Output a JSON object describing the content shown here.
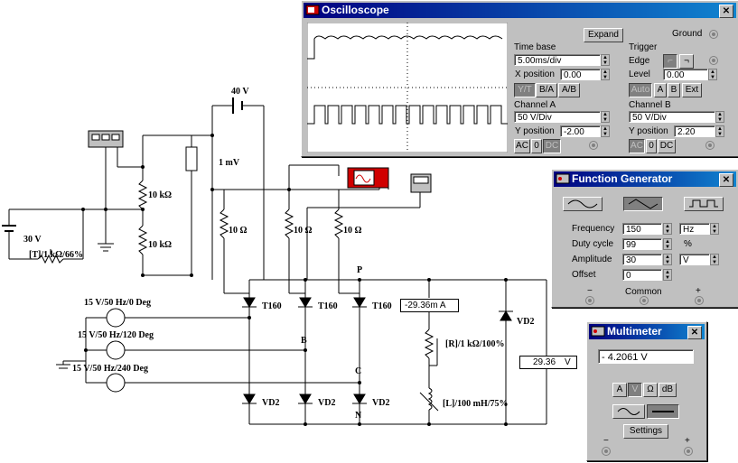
{
  "circuit": {
    "v40": "40 V",
    "v1mv": "1 mV",
    "v30": "30 V",
    "r10k_1": "10 kΩ",
    "r10k_2": "10 kΩ",
    "pot": "[T]/1 kΩ/66%",
    "r10_1": "10 Ω",
    "r10_2": "10 Ω",
    "r10_3": "10 Ω",
    "thy1": "T160",
    "thy2": "T160",
    "thy3": "T160",
    "src1": "15 V/50 Hz/0 Deg",
    "src2": "15 V/50 Hz/120 Deg",
    "src3": "15 V/50 Hz/240 Deg",
    "node_p": "P",
    "node_b": "B",
    "node_c": "C",
    "node_n": "N",
    "vd_a": "VD2",
    "vd_b": "VD2",
    "vd_c": "VD2",
    "vd_free": "VD2",
    "r_load": "[R]/1 kΩ/100%",
    "l_load": "[L]/100 mH/75%",
    "ammeter": "-29.36m A",
    "voltmeter": "29.36",
    "voltmeter_unit": "V"
  },
  "oscilloscope": {
    "title": "Oscilloscope",
    "expand": "Expand",
    "ground": "Ground",
    "timebase_label": "Time base",
    "timebase_value": "5.00ms/div",
    "xpos_label": "X position",
    "xpos_value": "0.00",
    "yt": "Y/T",
    "ba": "B/A",
    "ab": "A/B",
    "trigger_label": "Trigger",
    "edge_label": "Edge",
    "level_label": "Level",
    "level_value": "0.00",
    "auto": "Auto",
    "trig_a": "A",
    "trig_b": "B",
    "ext": "Ext",
    "chA_label": "Channel A",
    "chA_value": "50 V/Div",
    "chA_ypos_label": "Y position",
    "chA_ypos_value": "-2.00",
    "chB_label": "Channel B",
    "chB_value": "50 V/Div",
    "chB_ypos_label": "Y position",
    "chB_ypos_value": "2.20",
    "ac": "AC",
    "zero": "0",
    "dc": "DC"
  },
  "function_generator": {
    "title": "Function Generator",
    "frequency_label": "Frequency",
    "frequency_value": "150",
    "frequency_unit": "Hz",
    "duty_label": "Duty cycle",
    "duty_value": "99",
    "duty_unit": "%",
    "amplitude_label": "Amplitude",
    "amplitude_value": "30",
    "amplitude_unit": "V",
    "offset_label": "Offset",
    "offset_value": "0",
    "minus": "−",
    "common": "Common",
    "plus": "+"
  },
  "multimeter": {
    "title": "Multimeter",
    "reading": "- 4.2061  V",
    "mode_a": "A",
    "mode_v": "V",
    "mode_ohm": "Ω",
    "mode_db": "dB",
    "settings": "Settings",
    "minus": "−",
    "plus": "+"
  }
}
